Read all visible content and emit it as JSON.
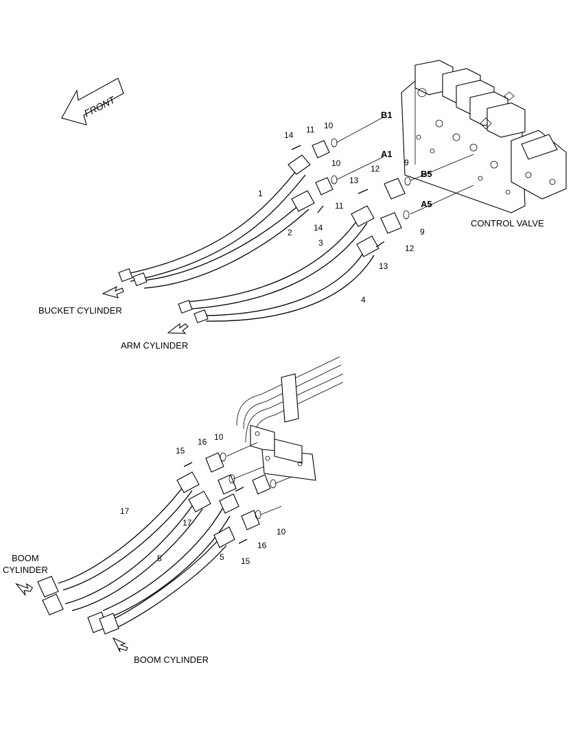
{
  "labels": {
    "front": "FRONT",
    "control_valve": "CONTROL VALVE",
    "bucket_cylinder": "BUCKET CYLINDER",
    "arm_cylinder": "ARM CYLINDER",
    "boom_cylinder_left_line1": "BOOM",
    "boom_cylinder_left_line2": "CYLINDER",
    "boom_cylinder_bottom": "BOOM CYLINDER"
  },
  "ports": {
    "b1": "B1",
    "a1": "A1",
    "b5": "B5",
    "a5": "A5"
  },
  "callouts": {
    "n14a": "14",
    "n11a": "11",
    "n10a": "10",
    "n10b": "10",
    "n1": "1",
    "n2": "2",
    "n11b": "11",
    "n14b": "14",
    "n13a": "13",
    "n12a": "12",
    "n9a": "9",
    "n9b": "9",
    "n3": "3",
    "n12b": "12",
    "n13b": "13",
    "n4": "4",
    "n16a": "16",
    "n10c": "10",
    "n15a": "15",
    "n17a": "17",
    "n17b": "17",
    "n5a": "5",
    "n5b": "5",
    "n10d": "10",
    "n16b": "16",
    "n15b": "15"
  }
}
